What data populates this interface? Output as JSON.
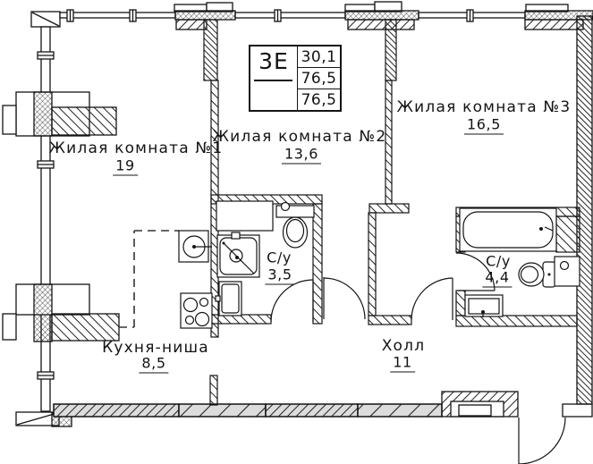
{
  "plan_title": "apartment floor plan",
  "colors": {
    "ink": "#141414",
    "wall_gray": "#dcdcdc"
  },
  "stamp": {
    "type_label": "3Е",
    "values": [
      "30,1",
      "76,5",
      "76,5"
    ]
  },
  "rooms": {
    "room1": {
      "label": "Жилая комната №1",
      "area": "19"
    },
    "room2": {
      "label": "Жилая комната №2",
      "area": "13,6"
    },
    "room3": {
      "label": "Жилая комната №3",
      "area": "16,5"
    },
    "bath1": {
      "label": "С/у",
      "area": "3,5"
    },
    "bath2": {
      "label": "С/у",
      "area": "4,4"
    },
    "kitchen": {
      "label": "Кухня-ниша",
      "area": "8,5"
    },
    "hall": {
      "label": "Холл",
      "area": "11"
    }
  }
}
